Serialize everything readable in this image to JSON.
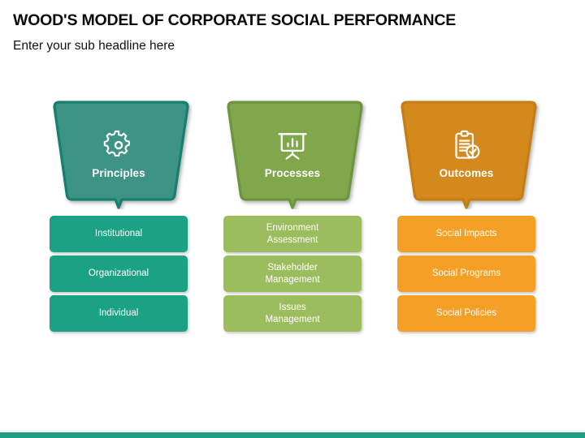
{
  "slide": {
    "title": "WOOD'S MODEL OF CORPORATE SOCIAL PERFORMANCE",
    "subtitle": "Enter your sub headline here",
    "background_color": "#FFFFFF",
    "accent_bar_color": "#1F9E86"
  },
  "columns": [
    {
      "id": "principles",
      "header_label": "Principles",
      "icon": "gear-icon",
      "header_color": "#3D9384",
      "header_border_color": "#16806D",
      "item_color": "#1BA183",
      "items": [
        {
          "label": "Institutional",
          "lines": [
            "Institutional"
          ]
        },
        {
          "label": "Organizational",
          "lines": [
            "Organizational"
          ]
        },
        {
          "label": "Individual",
          "lines": [
            "Individual"
          ]
        }
      ]
    },
    {
      "id": "processes",
      "header_label": "Processes",
      "icon": "presentation-chart-icon",
      "header_color": "#80A74B",
      "header_border_color": "#6D9440",
      "item_color": "#9CBD5E",
      "items": [
        {
          "label": "Environment Assessment",
          "lines": [
            "Environment",
            "Assessment"
          ]
        },
        {
          "label": "Stakeholder Management",
          "lines": [
            "Stakeholder",
            "Management"
          ]
        },
        {
          "label": "Issues Management",
          "lines": [
            "Issues",
            "Management"
          ]
        }
      ]
    },
    {
      "id": "outcomes",
      "header_label": "Outcomes",
      "icon": "clipboard-check-icon",
      "header_color": "#D4891C",
      "header_border_color": "#C57D16",
      "item_color": "#F4A026",
      "items": [
        {
          "label": "Social Impacts",
          "lines": [
            "Social Impacts"
          ]
        },
        {
          "label": "Social Programs",
          "lines": [
            "Social Programs"
          ]
        },
        {
          "label": "Social Policies",
          "lines": [
            "Social Policies"
          ]
        }
      ]
    }
  ]
}
